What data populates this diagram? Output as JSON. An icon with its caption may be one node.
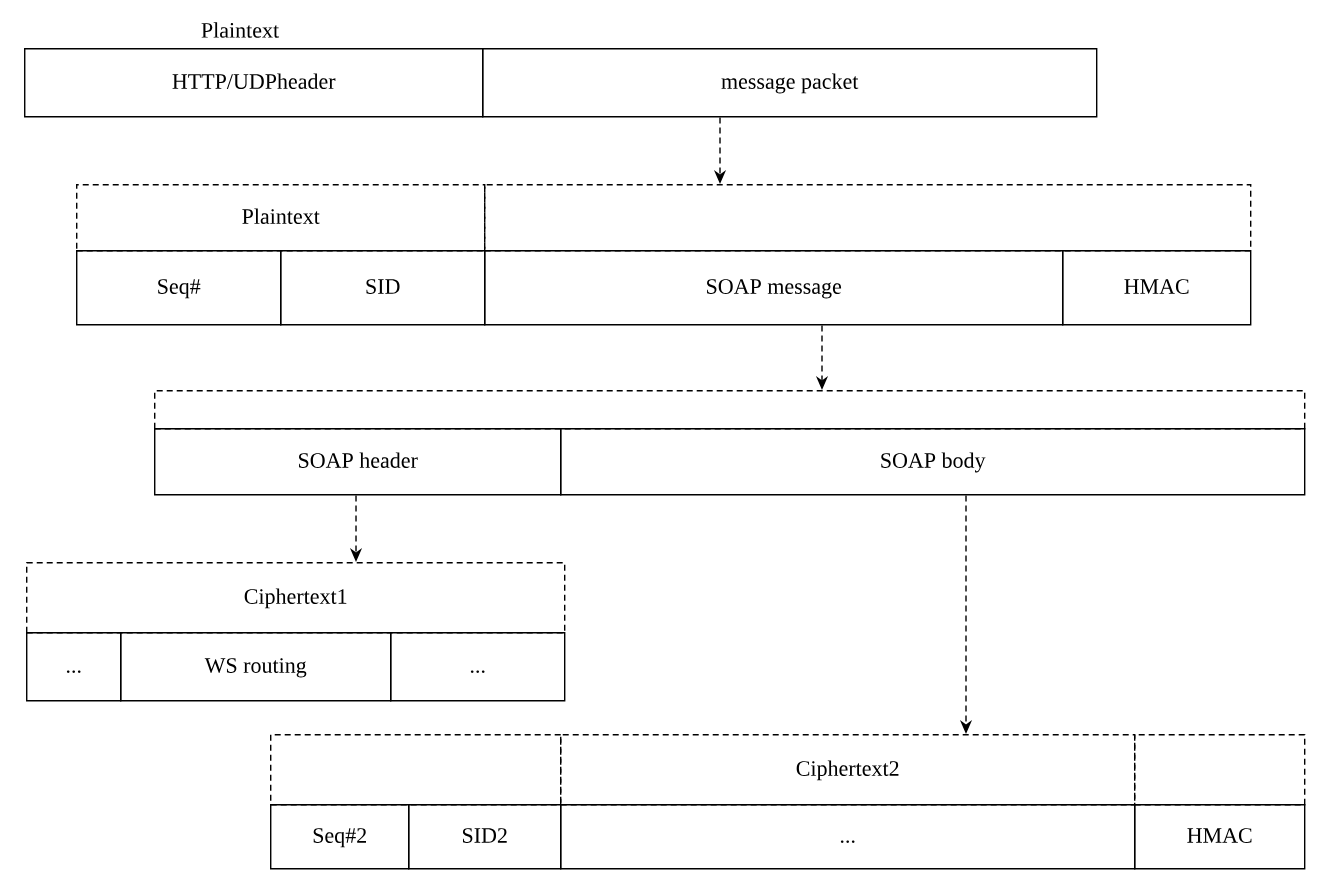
{
  "diagram": {
    "nodes": [
      {
        "text": [
          "HTTP/UDPheader"
        ]
      },
      {
        "text": [
          "message packet"
        ]
      },
      {
        "text": [
          "Plaintext"
        ]
      },
      {
        "text": [],
        "shape": "box"
      },
      {
        "text": [
          "Seq#"
        ]
      },
      {
        "text": [
          "SID"
        ]
      },
      {
        "text": [
          "SOAP message"
        ]
      },
      {
        "text": [
          "HMAC"
        ]
      },
      {
        "text": [],
        "shape": "box"
      },
      {
        "text": [
          "SOAP header"
        ]
      },
      {
        "text": [
          "SOAP body"
        ]
      },
      {
        "text": [
          "Ciphertext1"
        ]
      },
      {
        "text": [
          "..."
        ]
      },
      {
        "text": [
          "WS routing"
        ]
      },
      {
        "text": [
          "..."
        ]
      },
      {
        "text": [],
        "shape": "box"
      },
      {
        "text": [
          "Ciphertext2"
        ]
      },
      {
        "text": [],
        "shape": "box"
      },
      {
        "text": [
          "Seq#2"
        ]
      },
      {
        "text": [
          "SID2"
        ]
      },
      {
        "text": [
          "..."
        ]
      },
      {
        "text": [
          "HMAC"
        ]
      }
    ],
    "edges": [
      {
        "from": 1,
        "to": 3,
        "arrow": "to",
        "style": "dashed"
      },
      {
        "from": 6,
        "to": 8,
        "arrow": "to",
        "style": "dashed"
      },
      {
        "from": 9,
        "to": 11,
        "arrow": "to",
        "style": "dashed"
      },
      {
        "from": 10,
        "to": 16,
        "arrow": "to",
        "style": "dashed"
      }
    ],
    "labels": [
      "Plaintext"
    ]
  }
}
